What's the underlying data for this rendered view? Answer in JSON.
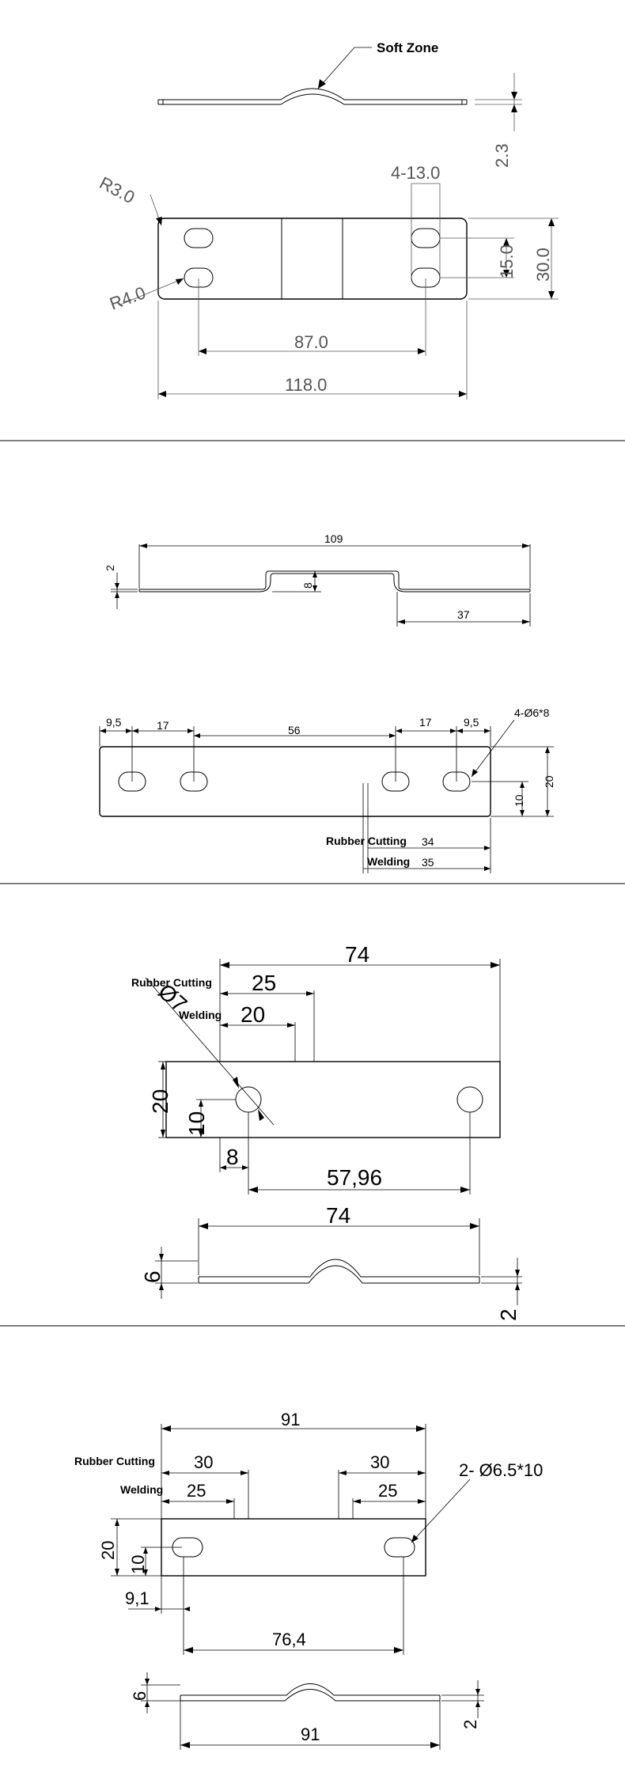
{
  "panel1": {
    "soft_zone": "Soft Zone",
    "thickness": "2.3",
    "r_top": "R3.0",
    "r_bottom": "R4.0",
    "holes": "4-13.0",
    "slot_spacing": "15.0",
    "width": "30.0",
    "hole_pitch": "87.0",
    "length": "118.0"
  },
  "panel2": {
    "length": "109",
    "thickness": "2",
    "offset": "8",
    "flat": "37",
    "d1": "9,5",
    "d2": "17",
    "d3": "56",
    "d4": "17",
    "d5": "9,5",
    "holes": "4-Ø6*8",
    "width": "20",
    "half": "10",
    "rubber_label": "Rubber Cutting",
    "rubber_value": "34",
    "welding_label": "Welding",
    "welding_value": "35"
  },
  "panel3": {
    "length": "74",
    "rubber_label": "Rubber Cutting",
    "rubber_value": "25",
    "welding_label": "Welding",
    "welding_value": "20",
    "phi": "Ø7",
    "width": "20",
    "half": "10",
    "edge": "8",
    "pitch": "57,96",
    "side_length": "74",
    "side_height": "6",
    "thickness": "2"
  },
  "panel4": {
    "length": "91",
    "rubber_label": "Rubber Cutting",
    "rubber_left": "30",
    "rubber_right": "30",
    "welding_label": "Welding",
    "welding_left": "25",
    "welding_right": "25",
    "holes": "2- Ø6.5*10",
    "width": "20",
    "half": "10",
    "edge": "9,1",
    "pitch": "76,4",
    "side_height": "6",
    "side_length": "91",
    "thickness": "2"
  }
}
